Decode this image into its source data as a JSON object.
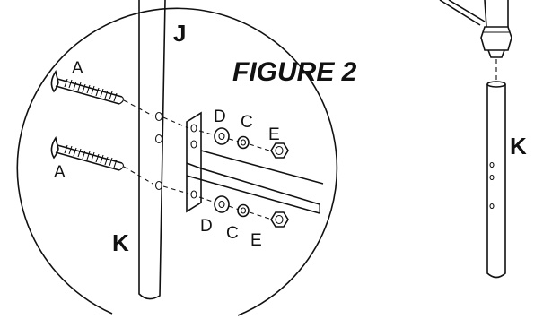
{
  "figure_title": "FIGURE 2",
  "labels": {
    "j": "J",
    "k_detail": "K",
    "k_leg": "K",
    "a_top": "A",
    "a_bottom": "A",
    "d_top": "D",
    "c_top": "C",
    "e_top": "E",
    "d_bottom": "D",
    "c_bottom": "C",
    "e_bottom": "E"
  },
  "parts": [
    "bolt-A",
    "post-J",
    "leg-K",
    "washer-D",
    "lock-washer-C",
    "nut-E"
  ]
}
